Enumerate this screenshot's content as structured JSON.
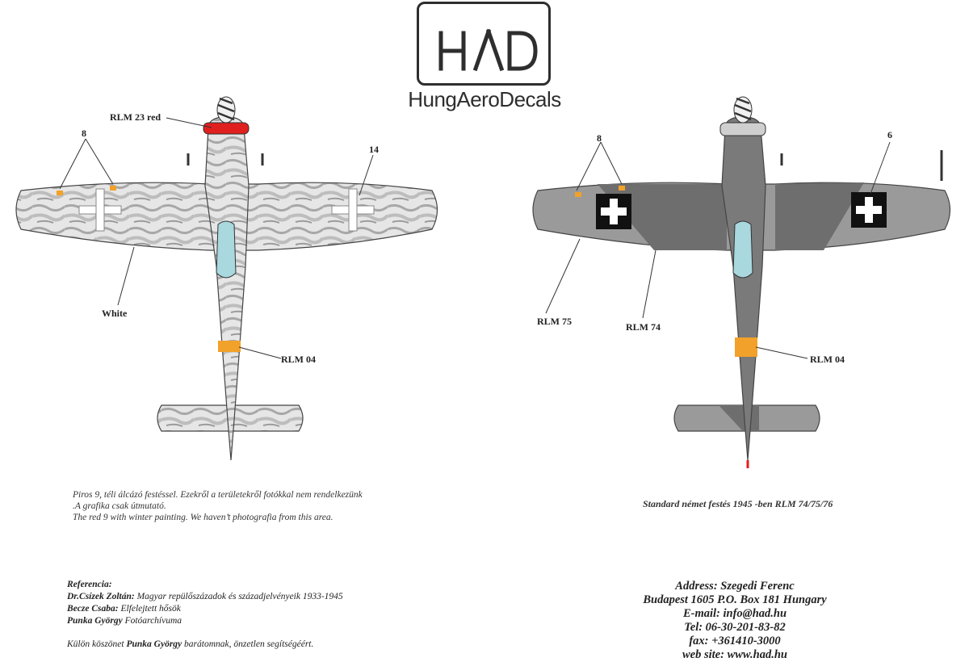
{
  "logo": {
    "mark": "HAD",
    "name": "HungAeroDecals"
  },
  "left_plane": {
    "labels": {
      "spinner_color": "RLM 23 red",
      "marker_8": "8",
      "marker_14": "14",
      "base_color": "White",
      "band_color": "RLM 04"
    },
    "caption": [
      "Piros 9, téli álcázó festéssel. Ezekről a területekről fotókkal nem rendelkezünk",
      ".A grafika csak útmutató.",
      "The red 9 with winter painting. We haven’t photografia from this area."
    ]
  },
  "right_plane": {
    "labels": {
      "marker_8": "8",
      "marker_6": "6",
      "color_75": "RLM 75",
      "color_74": "RLM 74",
      "band_color": "RLM 04"
    },
    "caption": "Standard német festés 1945 -ben RLM 74/75/76"
  },
  "references": {
    "heading": "Referencia:",
    "items": [
      {
        "author": "Dr.Csízek Zoltán:",
        "title": "Magyar repülőszázadok és századjelvényeik 1933-1945"
      },
      {
        "author": "Becze Csaba:",
        "title": "Elfelejtett hősök"
      },
      {
        "author": "Punka György",
        "title": "Fotóarchívuma"
      }
    ],
    "thanks_before": "Külön köszönet",
    "thanks_name": "Punka György",
    "thanks_after": "barátomnak, önzetlen segítségéért."
  },
  "address": [
    "Address: Szegedi Ferenc",
    "Budapest 1605 P.O. Box 181 Hungary",
    "E-mail: info@had.hu",
    "Tel: 06-30-201-83-82",
    "fax: +361410-3000",
    "web site: www.had.hu"
  ],
  "colors": {
    "winter_white": "#e2e2e2",
    "winter_gray": "#a9a9a9",
    "rlm74": "#6e6e6e",
    "rlm75": "#9a9a9a",
    "rlm04": "#f2a12a",
    "rlm23": "#e0201e",
    "canopy": "#a9d8de"
  }
}
